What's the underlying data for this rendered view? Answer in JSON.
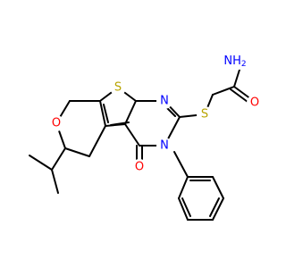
{
  "molecule": {
    "atoms": {
      "amide_n": {
        "label": "N",
        "sub": "H",
        "sub2": "2",
        "color": "#0000ff"
      },
      "amide_o": {
        "label": "O",
        "color": "#ff0000"
      },
      "s_thioether": {
        "label": "S",
        "color": "#b8a400"
      },
      "n_ring_top": {
        "label": "N",
        "color": "#0000ff"
      },
      "s_thiophene": {
        "label": "S",
        "color": "#b8a400"
      },
      "o_pyran": {
        "label": "O",
        "color": "#ff0000"
      },
      "n_ring_bottom": {
        "label": "N",
        "color": "#0000ff"
      },
      "o_carbonyl": {
        "label": "O",
        "color": "#ff0000"
      }
    },
    "bond_color": "#000000"
  }
}
